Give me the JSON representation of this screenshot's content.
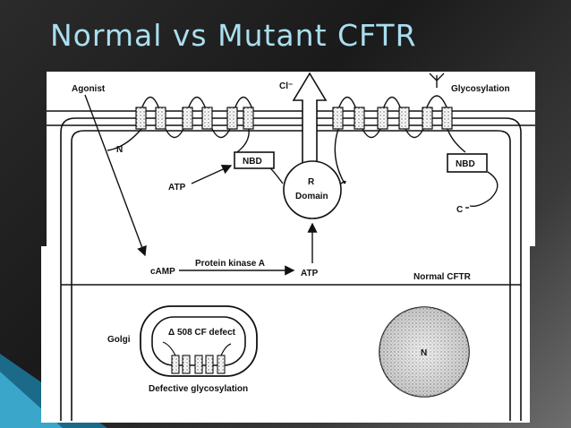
{
  "slide": {
    "title": "Normal vs Mutant CFTR"
  },
  "diagram": {
    "labels": {
      "agonist": "Agonist",
      "chloride": "Cl⁻",
      "glycosylation": "Glycosylation",
      "n_terminus": "N",
      "nbd_left": "NBD",
      "nbd_right": "NBD",
      "atp_top": "ATP",
      "r_domain_r": "R",
      "r_domain_domain": "Domain",
      "c_terminus": "C",
      "camp": "cAMP",
      "protein_kinase": "Protein kinase A",
      "atp_bottom": "ATP",
      "normal_cftr": "Normal CFTR",
      "golgi": "Golgi",
      "delta508": "Δ 508 CF defect",
      "nucleus": "N",
      "defective_glycosylation": "Defective glycosylation"
    }
  }
}
